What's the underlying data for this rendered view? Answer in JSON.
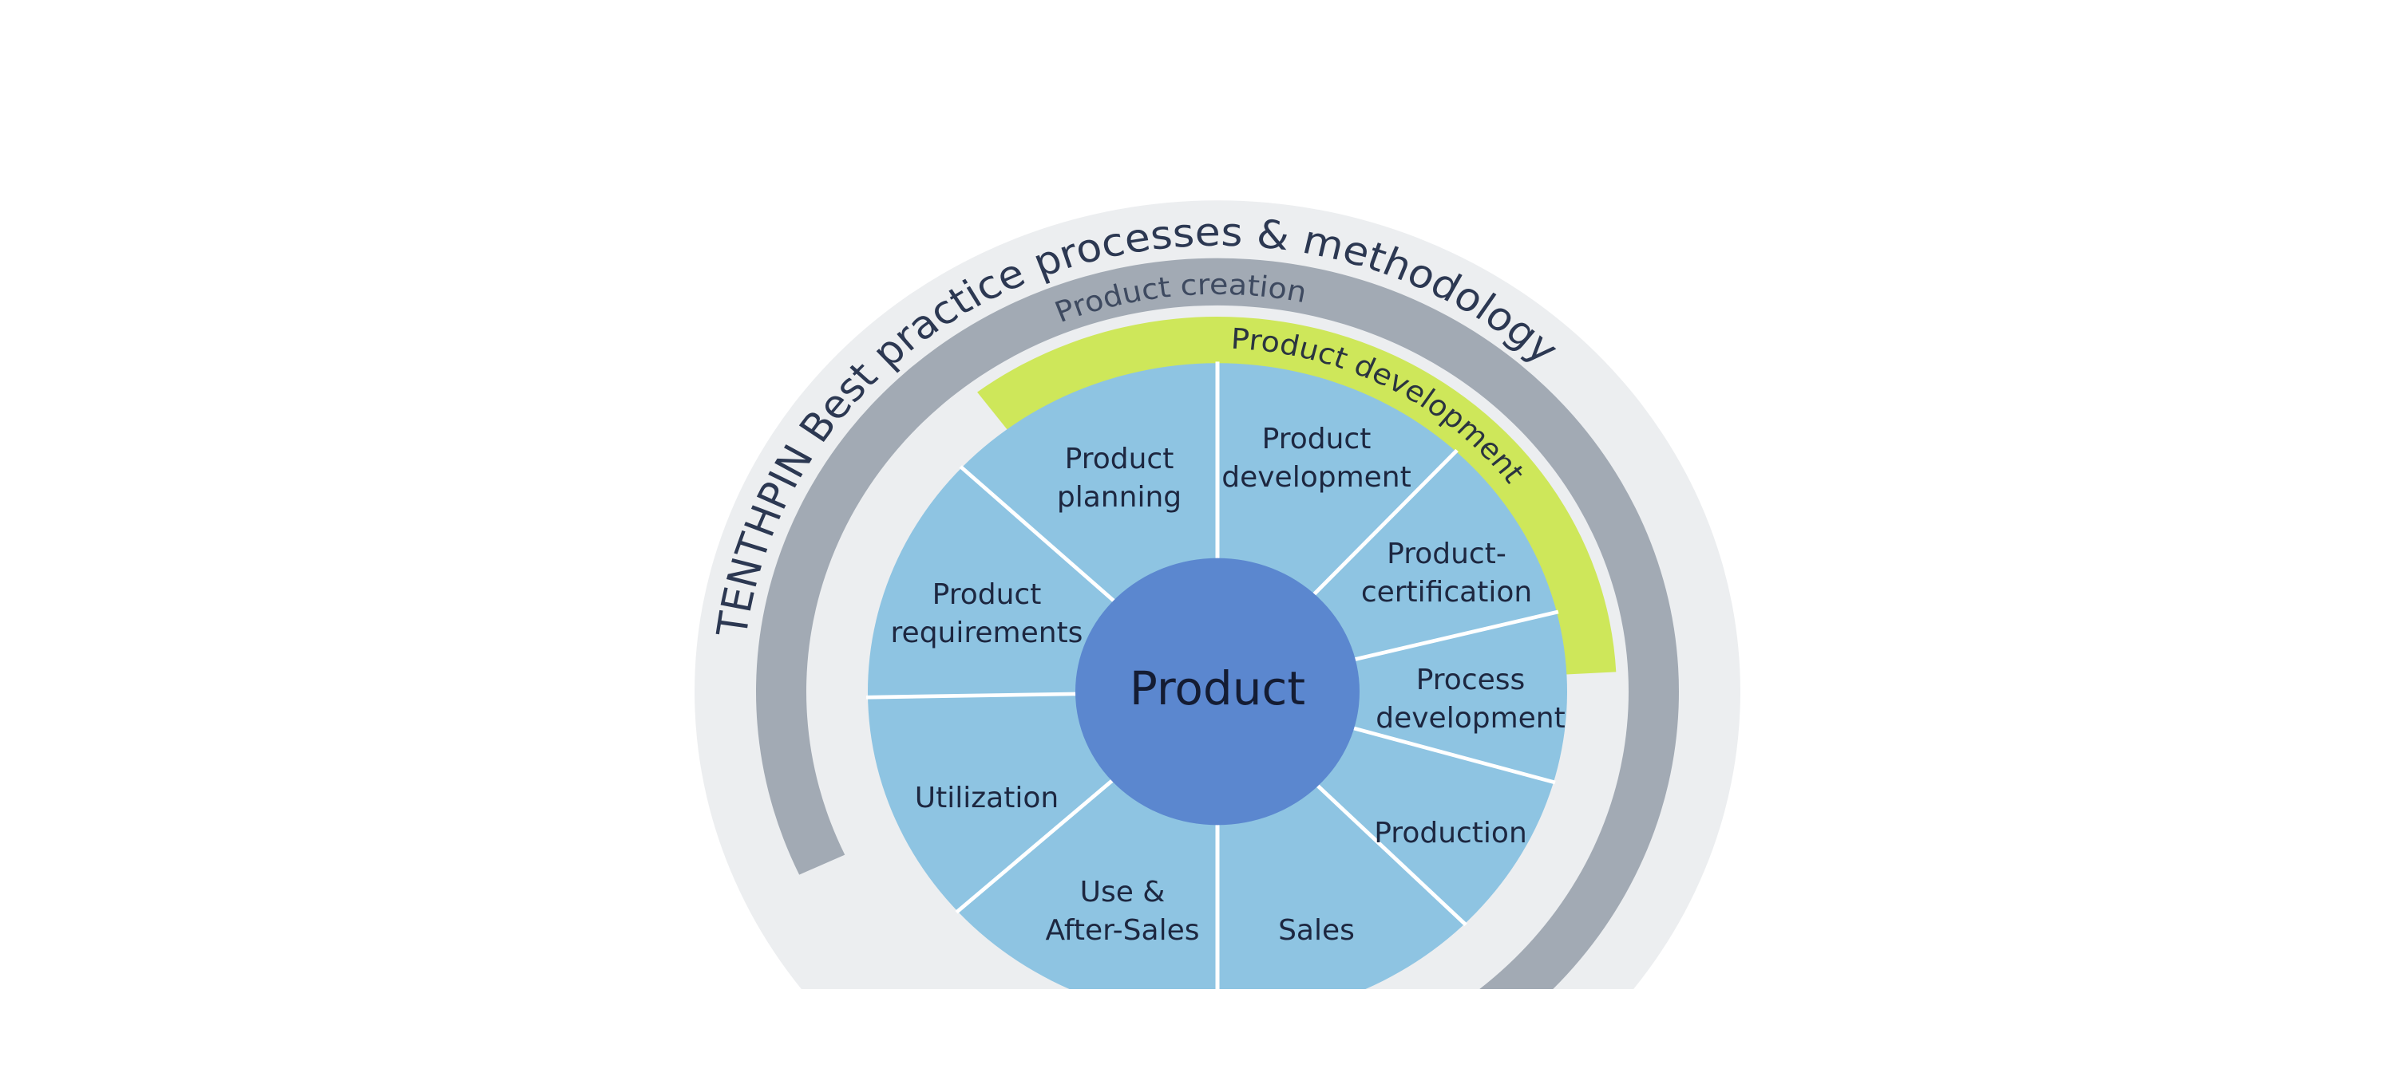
{
  "diagram": {
    "title": "TENTHPIN Best practice processes & methodology",
    "outer_band_label": "Product creation",
    "inner_band_label": "Product development",
    "center_label": "Product",
    "sectors": [
      {
        "lines": [
          "Product",
          "planning"
        ]
      },
      {
        "lines": [
          "Product",
          "development"
        ]
      },
      {
        "lines": [
          "Product-",
          "certification"
        ]
      },
      {
        "lines": [
          "Process",
          "development"
        ]
      },
      {
        "lines": [
          "Production"
        ]
      },
      {
        "lines": [
          "Sales"
        ]
      },
      {
        "lines": [
          "Use &",
          "After-Sales"
        ]
      },
      {
        "lines": [
          "Utilization"
        ]
      },
      {
        "lines": [
          "Product",
          "requirements"
        ]
      }
    ],
    "colors": {
      "background_disc": "#eceef0",
      "outer_band": "#a2aab4",
      "inner_band": "#cee75a",
      "wheel": "#8ec4e2",
      "center": "#5b87cf",
      "spoke": "#ffffff"
    }
  }
}
